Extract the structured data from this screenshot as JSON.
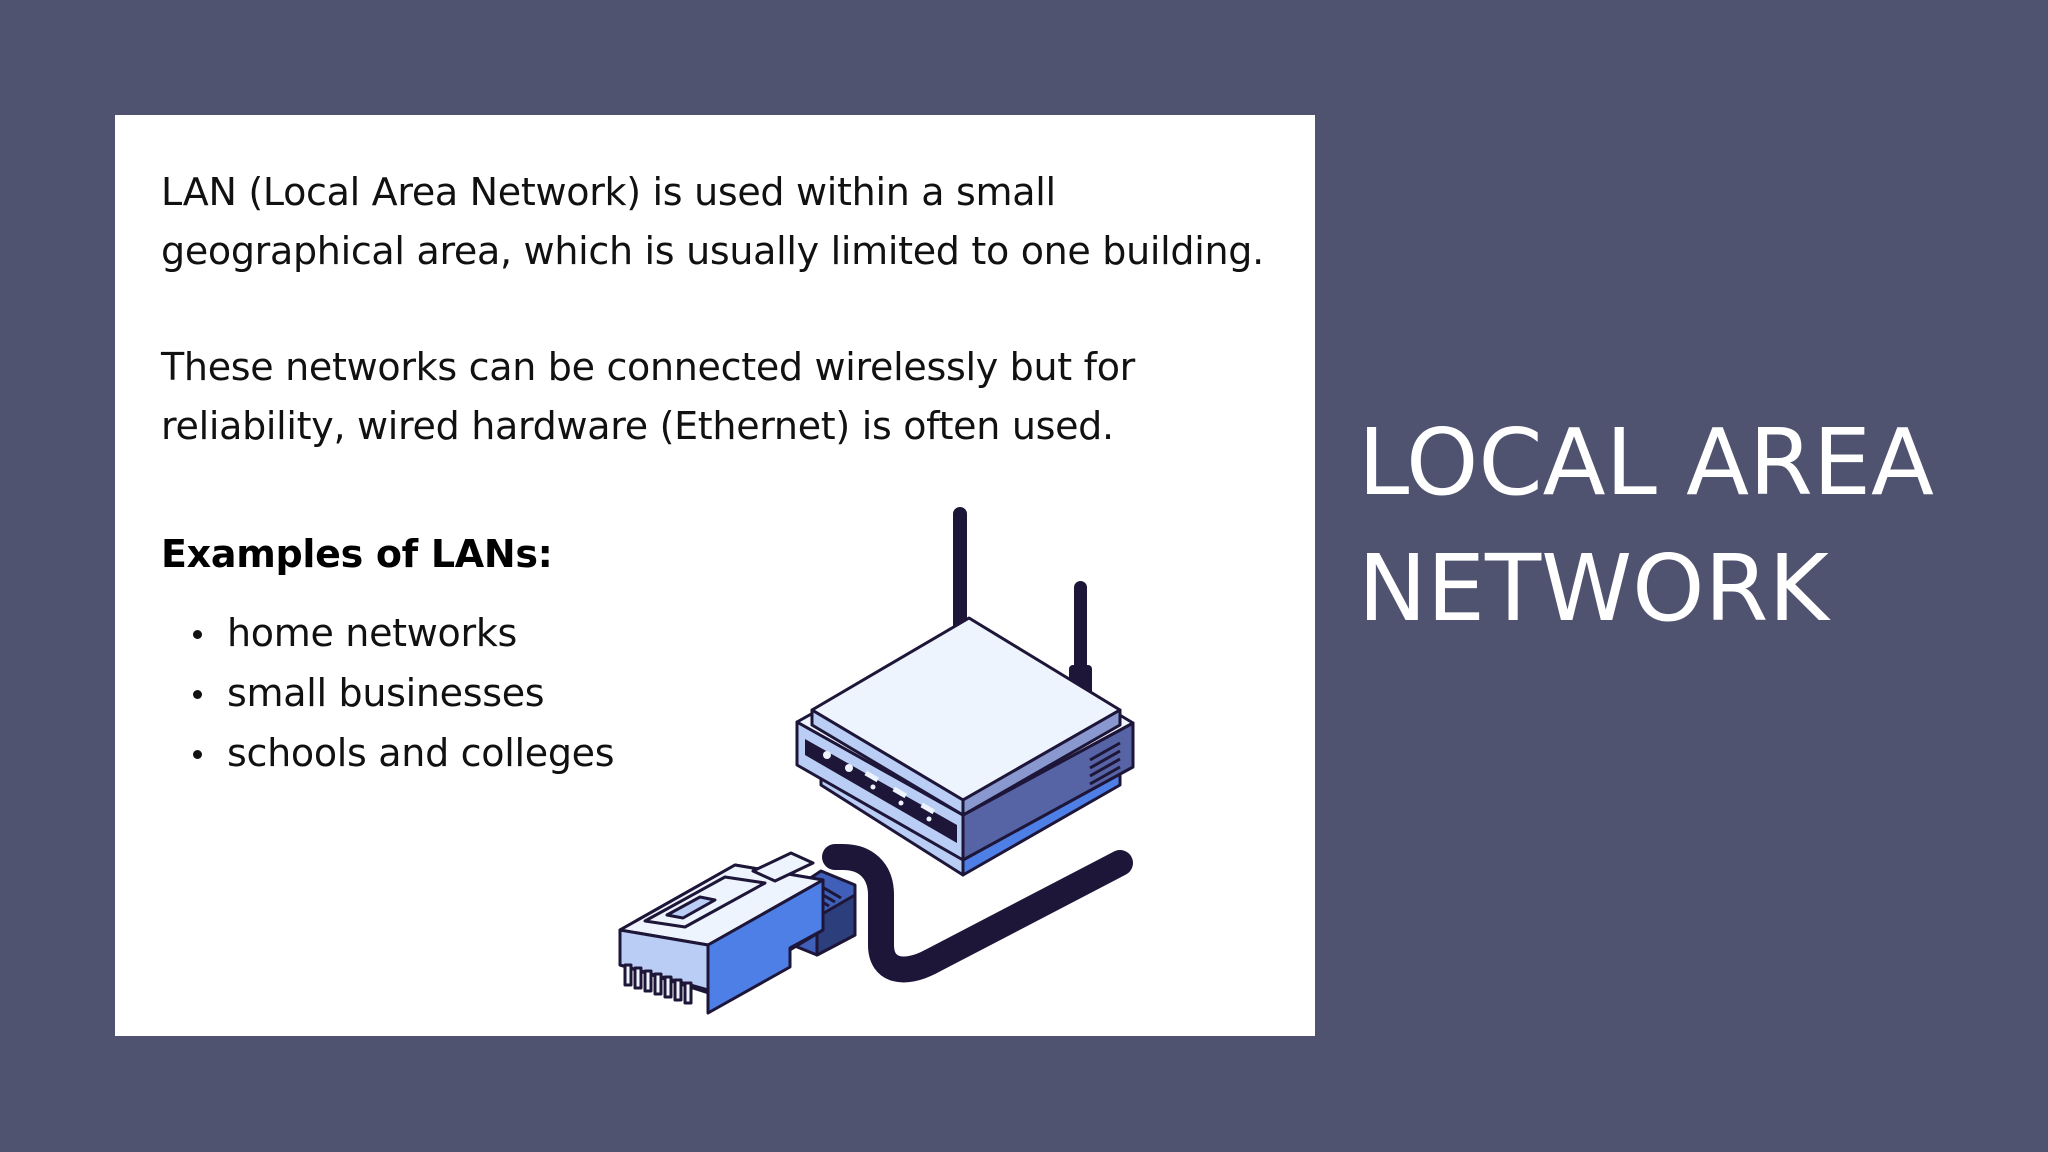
{
  "slide": {
    "paragraph_1": "LAN (Local Area Network) is used within a small geographical area, which is usually limited to one building.",
    "paragraph_2": "These networks can be connected wirelessly but for reliability, wired hardware (Ethernet) is often used.",
    "examples_heading": "Examples of LANs:",
    "examples": [
      "home networks",
      "small businesses",
      "schools and colleges"
    ],
    "title_line_1": "LOCAL AREA",
    "title_line_2": "NETWORK"
  },
  "icons": {
    "illustration": "router-with-ethernet-cable",
    "power": "power-icon",
    "wifi": "wifi-icon"
  },
  "colors": {
    "background": "#4f536f",
    "card": "#ffffff",
    "title_text": "#ffffff",
    "illustration_outline": "#1e1638",
    "illustration_light": "#eef4fd",
    "illustration_mid": "#b9cdf5",
    "illustration_blue": "#4e7fe6"
  }
}
